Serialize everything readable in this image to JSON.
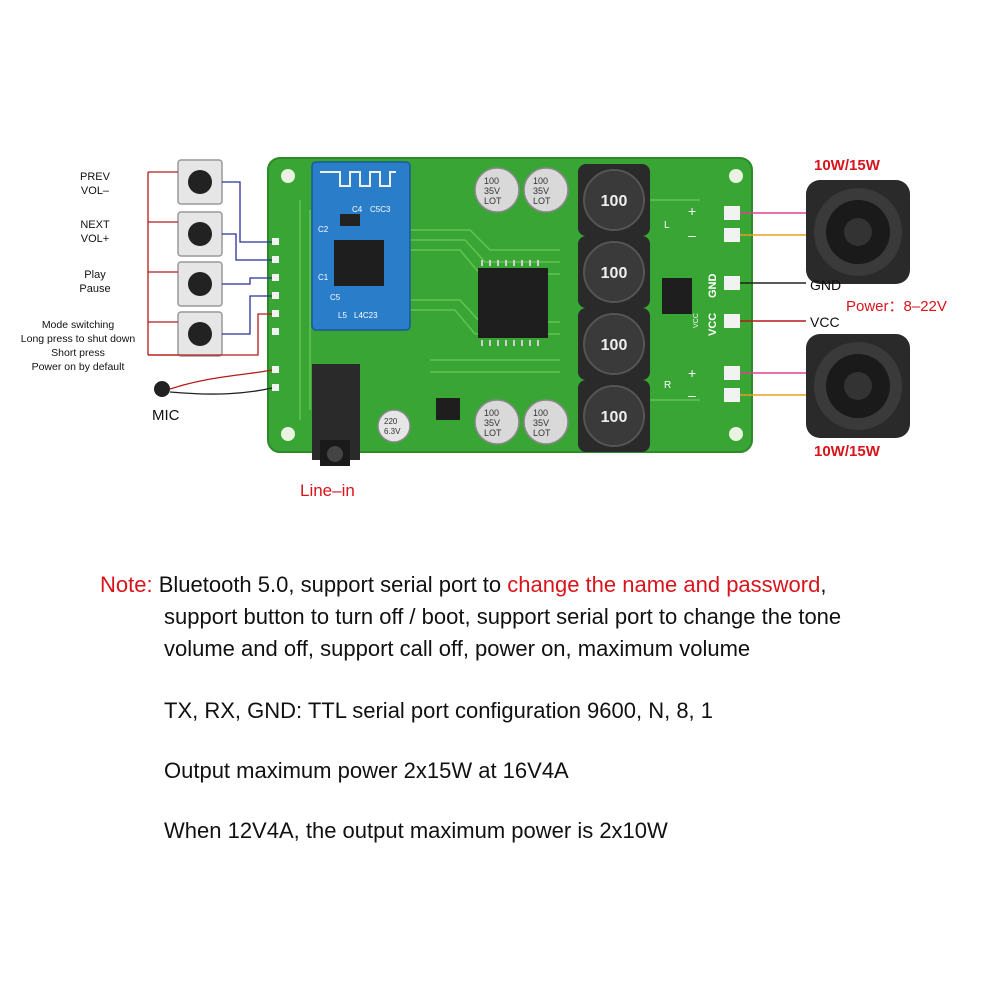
{
  "buttons": [
    {
      "line1": "PREV",
      "line2": "VOL–"
    },
    {
      "line1": "NEXT",
      "line2": "VOL+"
    },
    {
      "line1": "Play",
      "line2": "Pause"
    },
    {
      "lines": [
        "Mode switching",
        "Long press to shut down",
        "Short press",
        "Power on by default"
      ]
    }
  ],
  "mic_label": "MIC",
  "line_in_label": "Line–in",
  "speaker_top_label": "10W/15W",
  "speaker_bottom_label": "10W/15W",
  "gnd_label": "GND",
  "vcc_label": "VCC",
  "power_label": "Power：8–22V",
  "board": {
    "bt_pins": [
      "C4",
      "C5C3",
      "C2",
      "C1",
      "C5",
      "L5",
      "L4C23"
    ],
    "cap_labels": [
      "100",
      "35V",
      "LOT"
    ],
    "inductor_value": "100",
    "small_cap": [
      "220",
      "6.3V"
    ],
    "pad_gnd": "GND",
    "pad_vcc": "VCC",
    "plus": "+",
    "minus": "–",
    "left_ch": "L",
    "right_ch": "R",
    "pad_label_vcc_small": "VCC"
  },
  "colors": {
    "pcb": "#39a535",
    "pcb_dark": "#2c8a2a",
    "label_red": "#d8141c",
    "wire_button": "#2a2f9a",
    "wire_red": "#b51a1a",
    "wire_pink": "#e0409a",
    "wire_orange": "#e6a020",
    "bt_module": "#2a7dc9"
  },
  "notes": {
    "note_prefix": "Note:",
    "line1_a": " Bluetooth 5.0, support serial port to ",
    "line1_b": "change the name and password",
    "line1_c": ",",
    "line2": "support button to turn off / boot, support serial port to change the tone",
    "line3": "volume and off, support call off, power on, maximum volume",
    "serial": "TX, RX, GND: TTL serial port configuration 9600, N, 8, 1",
    "output16": "Output maximum power 2x15W at 16V4A",
    "output12": "When 12V4A, the output maximum power is 2x10W"
  }
}
